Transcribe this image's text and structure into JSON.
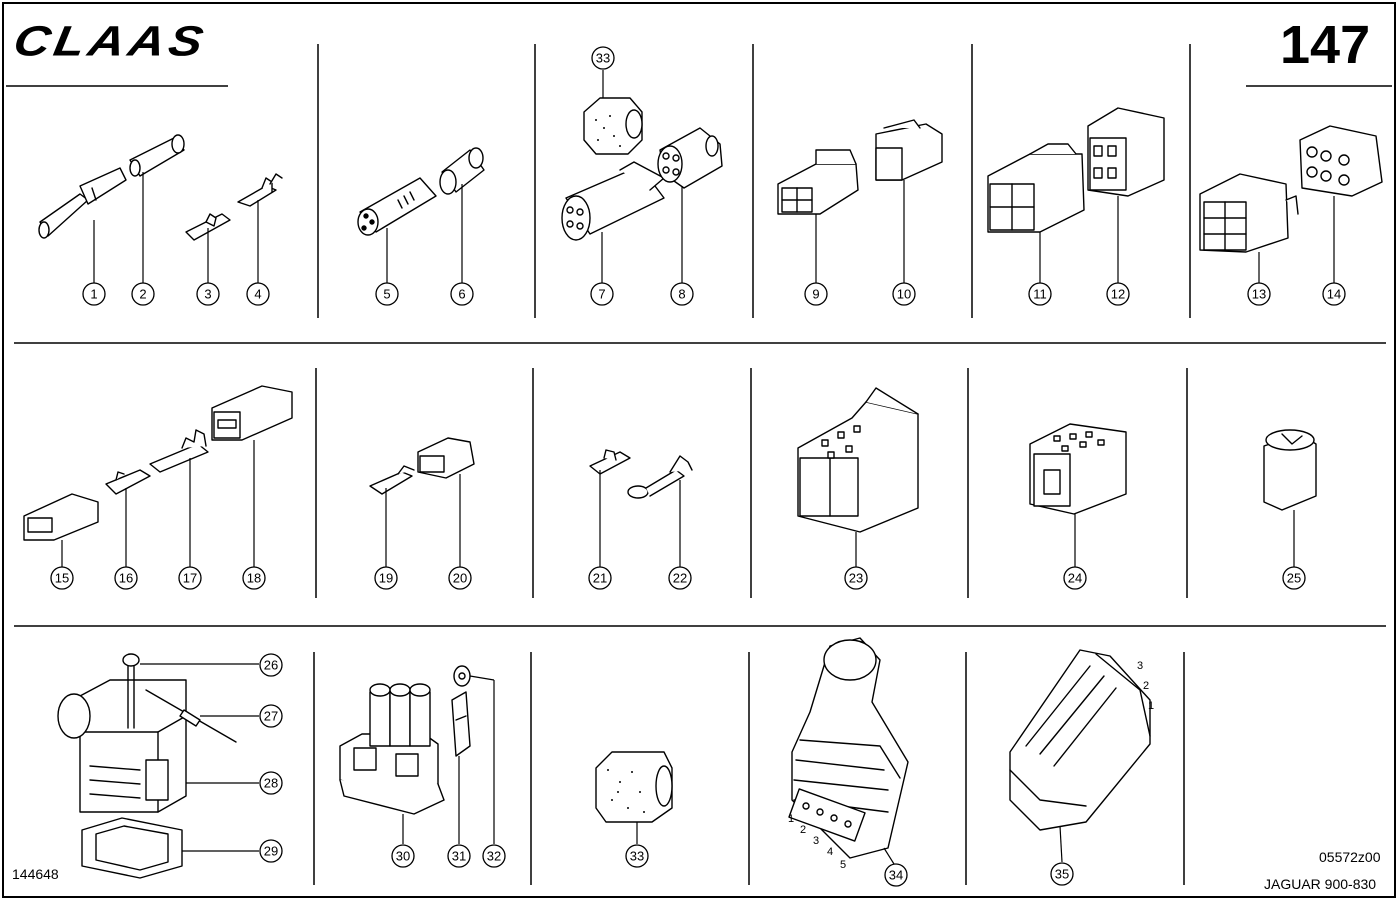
{
  "header": {
    "brand": "CLAAS",
    "page_number": "147"
  },
  "footer": {
    "drawing_number": "144648",
    "figure_code": "05572z00",
    "model": "JAGUAR 900-830"
  },
  "callouts": [
    "1",
    "2",
    "3",
    "4",
    "5",
    "6",
    "7",
    "8",
    "9",
    "10",
    "11",
    "12",
    "13",
    "14",
    "15",
    "16",
    "17",
    "18",
    "19",
    "20",
    "21",
    "22",
    "23",
    "24",
    "25",
    "26",
    "27",
    "28",
    "29",
    "30",
    "31",
    "32",
    "33",
    "34",
    "35"
  ],
  "callout_33_top": "33",
  "pins_34": [
    "1",
    "2",
    "3",
    "4",
    "5"
  ],
  "pins_35": [
    "3",
    "2",
    "1"
  ]
}
